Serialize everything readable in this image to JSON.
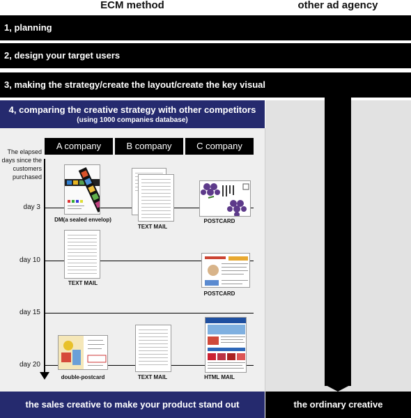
{
  "headers": {
    "ecm": "ECM method",
    "other": "other ad agency"
  },
  "bands": [
    "1, planning",
    "2, design your target users",
    "3, making the strategy/create the layout/create the key visual"
  ],
  "step4": {
    "title": "4, comparing the creative strategy with other competitors",
    "subtitle": "(using 1000 companies database)"
  },
  "companies": [
    "A company",
    "B company",
    "C company"
  ],
  "elapsed_label": "The elapsed days  since the customers purchased",
  "days": [
    "day 3",
    "day 10",
    "day 15",
    "day 20"
  ],
  "captions": {
    "a_day3": "DM(a sealed envelop)",
    "a_day10": "TEXT MAIL",
    "a_day20": "double-postcard",
    "b_day3": "TEXT MAIL",
    "b_day20": "TEXT MAIL",
    "c_day3": "POSTCARD",
    "c_day10": "POSTCARD",
    "c_day20": "HTML MAIL"
  },
  "footer": {
    "left": "the sales creative to make your product stand out",
    "right": "the ordinary creative"
  },
  "colors": {
    "navy": "#252a6e",
    "black": "#000000",
    "panel": "#efefef",
    "rightpanel": "#e2e2e2"
  }
}
